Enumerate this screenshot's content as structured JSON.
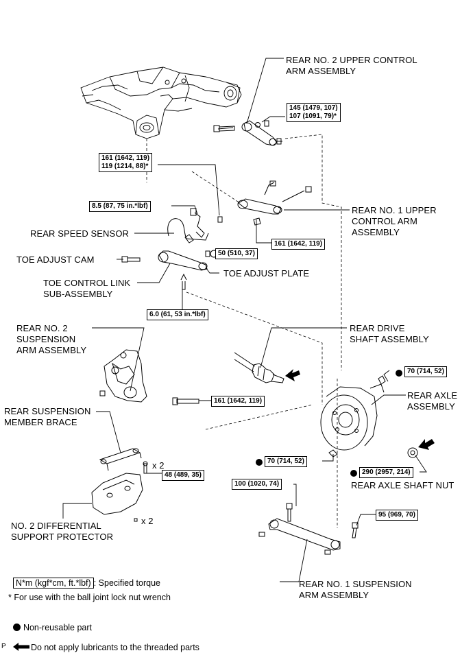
{
  "labels": {
    "rear_no2_upper": "REAR NO. 2 UPPER CONTROL\nARM ASSEMBLY",
    "rear_no1_upper": "REAR NO. 1 UPPER\nCONTROL ARM\nASSEMBLY",
    "rear_speed_sensor": "REAR SPEED SENSOR",
    "toe_adjust_cam": "TOE ADJUST CAM",
    "toe_adjust_plate": "TOE ADJUST PLATE",
    "toe_control_link": "TOE CONTROL LINK\nSUB-ASSEMBLY",
    "rear_no2_suspension_arm": "REAR NO. 2\nSUSPENSION\nARM ASSEMBLY",
    "rear_drive_shaft": "REAR DRIVE\nSHAFT ASSEMBLY",
    "rear_axle": "REAR AXLE\nASSEMBLY",
    "rear_suspension_member_brace": "REAR SUSPENSION\nMEMBER BRACE",
    "no2_differential_protector": "NO. 2 DIFFERENTIAL\nSUPPORT PROTECTOR",
    "rear_axle_shaft_nut": "REAR AXLE SHAFT NUT",
    "rear_no1_suspension_arm": "REAR NO. 1 SUSPENSION\nARM ASSEMBLY",
    "x2_a": "x 2",
    "x2_b": "x 2"
  },
  "torques": {
    "t145": "145 (1479, 107)\n107 (1091, 79)*",
    "t161a": "161 (1642, 119)\n119 (1214, 88)*",
    "t8_5": "8.5 (87, 75 in.*lbf)",
    "t161b": "161 (1642, 119)",
    "t50": "50 (510, 37)",
    "t6_0": "6.0 (61, 53 in.*lbf)",
    "t161c": "161 (1642, 119)",
    "t70a": "70 (714, 52)",
    "t70b": "70 (714, 52)",
    "t48": "48 (489, 35)",
    "t290": "290 (2957, 214)",
    "t100": "100 (1020, 74)",
    "t95": "95 (969, 70)"
  },
  "legend": {
    "torque_box": "N*m (kgf*cm, ft.*lbf)",
    "torque_text": ": Specified torque",
    "ball_joint_note": "* For use with the ball joint lock nut wrench",
    "non_reusable": "Non-reusable part",
    "no_lubricant": "Do not apply lubricants to the threaded parts"
  },
  "corner_mark": "P"
}
